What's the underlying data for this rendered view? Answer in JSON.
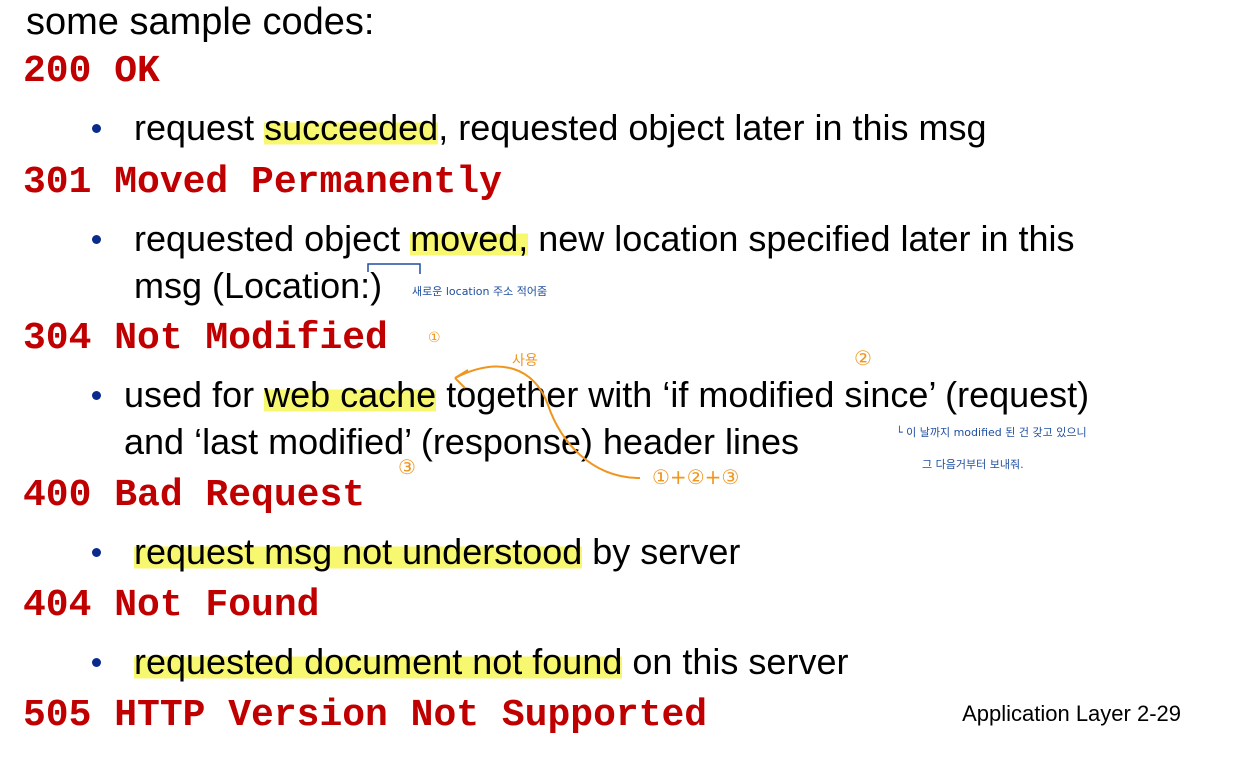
{
  "intro": "some sample codes:",
  "codes": [
    {
      "code": "200 OK"
    },
    {
      "code": "301 Moved Permanently"
    },
    {
      "code": "304 Not Modified"
    },
    {
      "code": "400 Bad Request"
    },
    {
      "code": "404 Not Found"
    },
    {
      "code": "505 HTTP Version Not Supported"
    }
  ],
  "b200": {
    "p1": "request ",
    "hl": "succeeded",
    "p2": ", requested object later in this msg"
  },
  "b301": {
    "p1": "requested object ",
    "hl": "moved,",
    "p2": " new location specified later in this",
    "line2": "msg (Location:)"
  },
  "b304": {
    "p1": "used for ",
    "hl": "web cache",
    "p2": " together with ‘if modified since’ (request)",
    "line2": "and ‘last modified’ (response) header lines"
  },
  "b400": {
    "hl": "request msg not understood",
    "p2": " by server"
  },
  "b404": {
    "hl": "requested document not found",
    "p2": " on this server"
  },
  "footer": "Application Layer 2-29",
  "handwriting": {
    "location_note": "새로운 location 주소 적어줌",
    "use_label": "사용",
    "mark1": "①",
    "mark2": "②",
    "mark3": "③",
    "sum": "①+②+③",
    "right_note_1": "└ 이 날까지 modified 된 건 갖고 있으니",
    "right_note_2": "그 다음거부터 보내줘."
  },
  "colors": {
    "code": "#c00000",
    "highlight": "#f8f870",
    "bullet": "#0a2a8c",
    "pen_blue": "#1f4fa0",
    "pen_orange": "#f0961e"
  }
}
